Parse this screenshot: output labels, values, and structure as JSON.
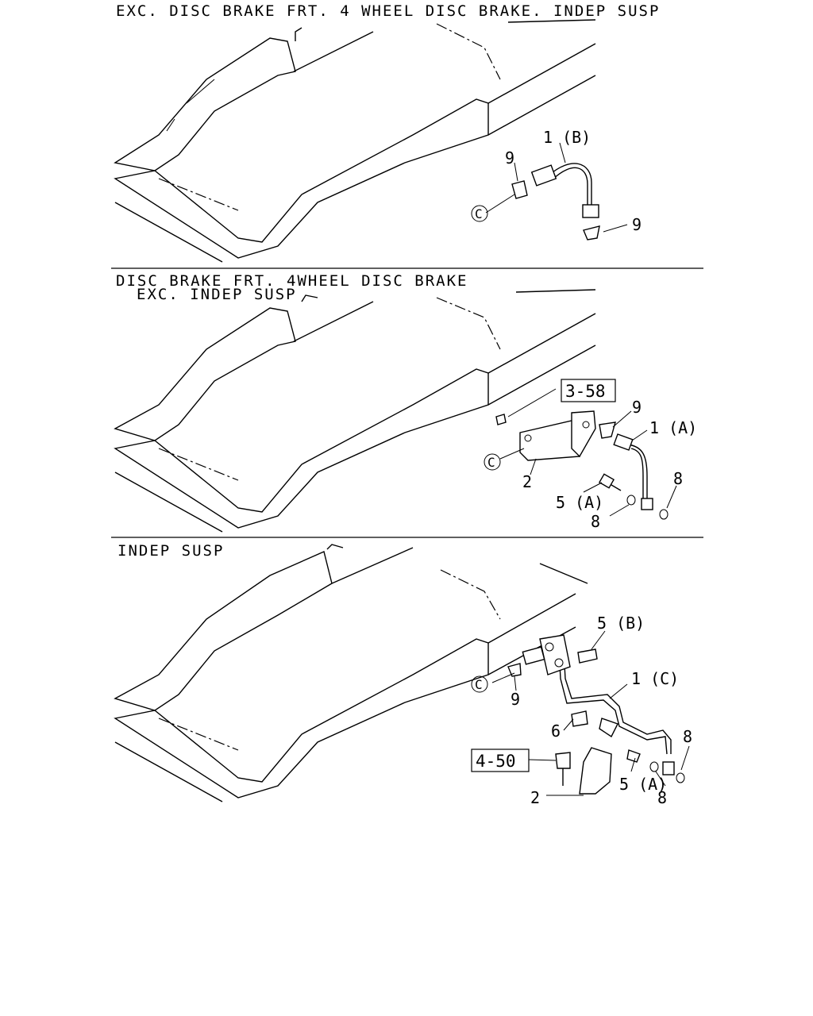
{
  "sections": [
    {
      "title": "EXC. DISC BRAKE FRT. 4 WHEEL DISC BRAKE. INDEP SUSP",
      "subtitle": "",
      "callouts": {
        "hose": "1 (B)",
        "clip_top": "9",
        "clip_bottom": "9",
        "ref_circle": "C"
      }
    },
    {
      "title": "DISC BRAKE FRT. 4WHEEL DISC BRAKE",
      "subtitle": "EXC. INDEP SUSP",
      "callouts": {
        "ref_box": "3-58",
        "clip": "9",
        "hose": "1 (A)",
        "bracket": "2",
        "bolt": "5 (A)",
        "washer_left": "8",
        "washer_right": "8",
        "ref_circle": "C"
      }
    },
    {
      "title": "INDEP SUSP",
      "subtitle": "",
      "callouts": {
        "bolt_b": "5 (B)",
        "hose": "1 (C)",
        "nut": "6",
        "washer_top": "8",
        "ref_box": "4-50",
        "bolt_a": "5 (A)",
        "washer_bottom": "8",
        "bracket": "2",
        "clip": "9",
        "ref_circle": "C"
      }
    }
  ]
}
